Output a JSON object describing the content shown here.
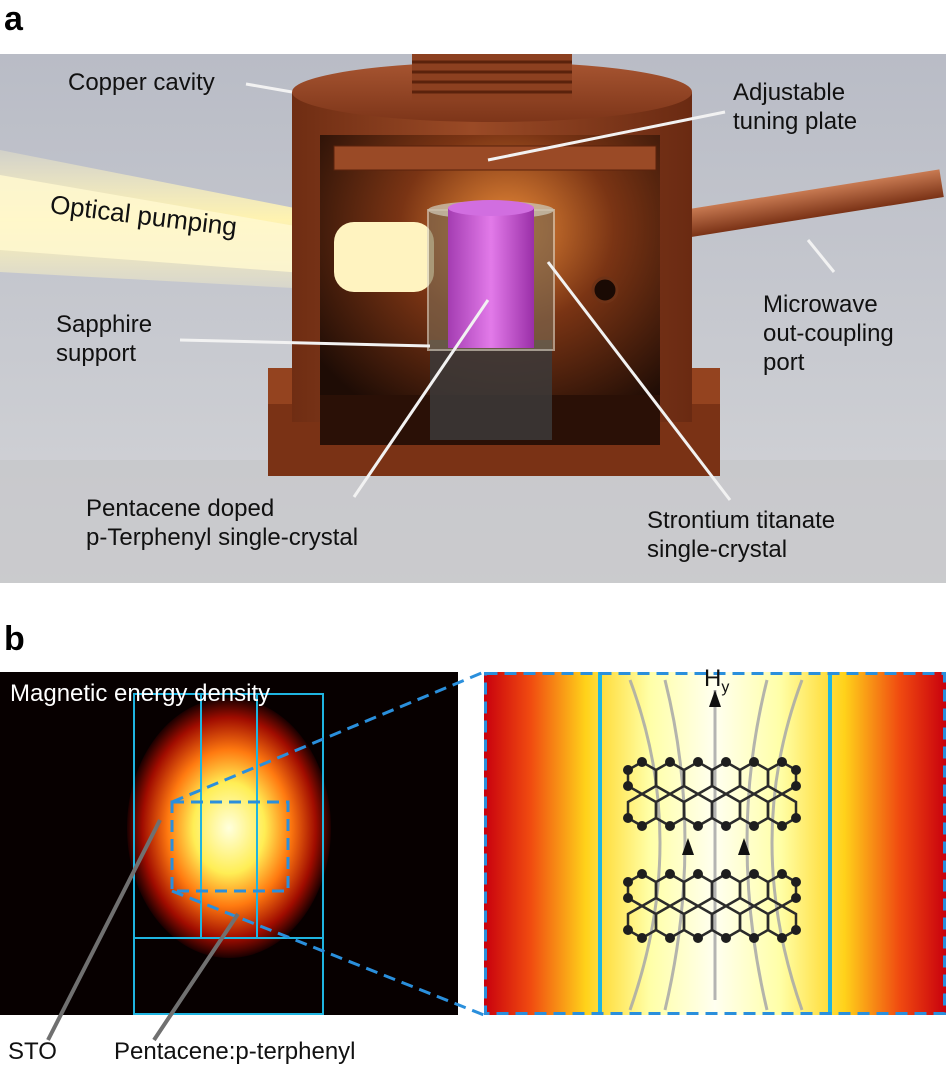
{
  "panel_a": {
    "letter": "a",
    "labels": {
      "copper_cavity": "Copper cavity",
      "tuning_plate": [
        "Adjustable",
        "tuning plate"
      ],
      "optical_pumping": "Optical pumping",
      "sapphire_support": [
        "Sapphire",
        "support"
      ],
      "microwave_port": [
        "Microwave",
        "out-coupling",
        "port"
      ],
      "pentacene_crystal": [
        "Pentacene doped",
        "p-Terphenyl single-crystal"
      ],
      "strontium_crystal": [
        "Strontium titanate",
        "single-crystal"
      ]
    }
  },
  "panel_b": {
    "letter": "b",
    "map_title": "Magnetic energy density",
    "field_label": "H",
    "field_subscript": "y",
    "bottom_labels": {
      "sto": "STO",
      "pentacene": "Pentacene:p-terphenyl"
    }
  },
  "colors": {
    "copper": "#8a3c1e",
    "outline_cyan": "#1fb4e0",
    "dashed_blue": "#2a8fdc"
  }
}
